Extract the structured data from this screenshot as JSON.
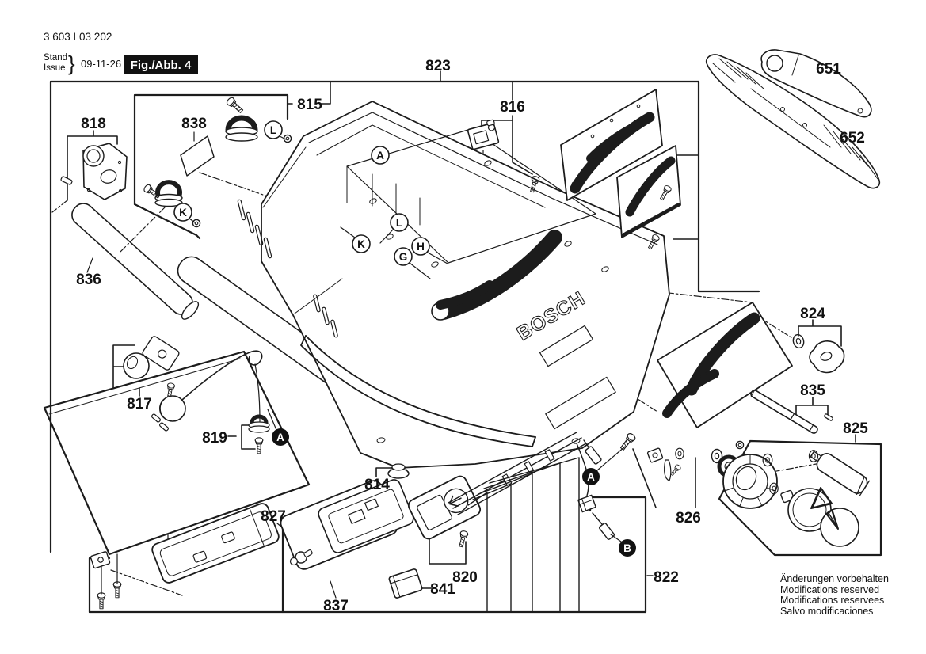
{
  "header": {
    "part_number": "3 603 L03 202",
    "stand": "Stand",
    "issue": "Issue",
    "brace": "}",
    "date": "09-11-26",
    "figure": "Fig./Abb. 4"
  },
  "brand": "BOSCH",
  "callouts": {
    "n651": "651",
    "n652": "652",
    "n814": "814",
    "n815": "815",
    "n816": "816",
    "n817": "817",
    "n818": "818",
    "n819": "819",
    "n820": "820",
    "n822": "822",
    "n823": "823",
    "n824": "824",
    "n825": "825",
    "n826": "826",
    "n827": "827",
    "n835": "835",
    "n836": "836",
    "n837": "837",
    "n838": "838",
    "n841": "841"
  },
  "markers": {
    "assembly_a": "A",
    "assembly_b": "B",
    "pos_g": "G",
    "pos_h": "H",
    "pos_k": "K",
    "pos_l": "L"
  },
  "footer": {
    "notices": [
      "Änderungen vorbehalten",
      "Modifications reserved",
      "Modifications reservees",
      "Salvo modificaciones"
    ]
  }
}
